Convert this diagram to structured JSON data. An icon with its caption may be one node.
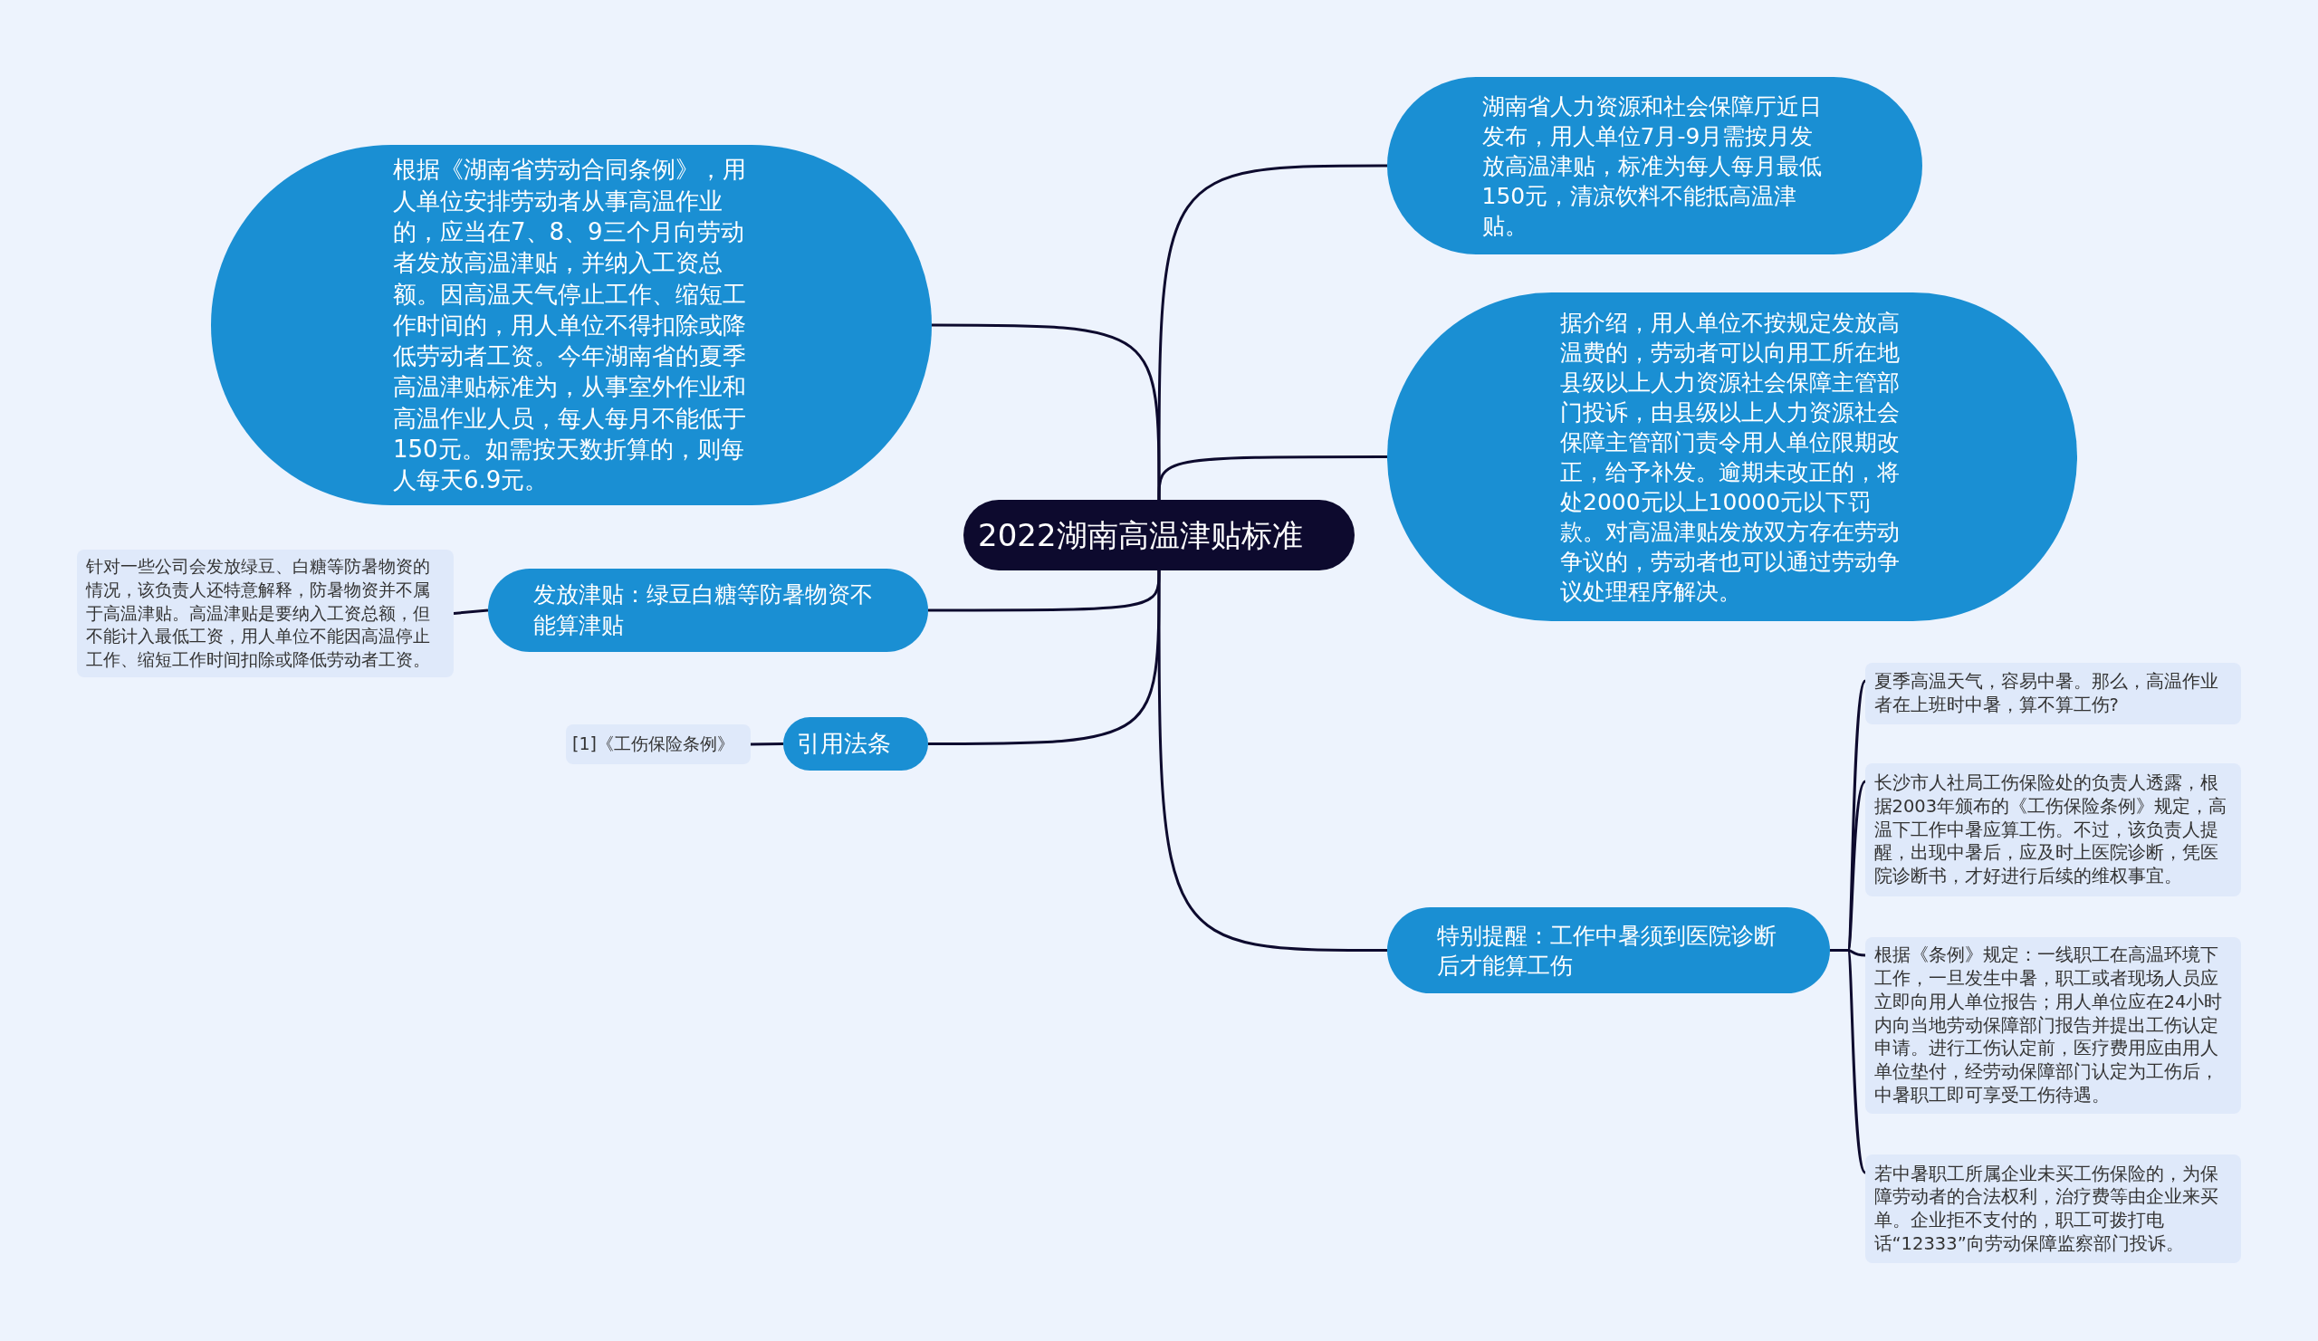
{
  "diagram": {
    "nodes": [
      {
        "text": [
          "2022湖南高温津贴标准"
        ]
      },
      {
        "text": [
          "根据《湖南省劳动合同条例》，用人单位安排劳动者从事高温作业的，应当在7、8、9三个月向劳动者发放高温津贴，并纳入工资总额。因高温天气停止工作、缩短工作时间的，用人单位不得扣除或降低劳动者工资。今年湖南省的夏季高温津贴标准为，从事室外作业和高温作业人员，每人每月不能低于150元。如需按天数折算的，则每人每天6.9元。"
        ]
      },
      {
        "text": [
          "湖南省人力资源和社会保障厅近日发布，用人单位7月-9月需按月发放高温津贴，标准为每人每月最低150元，清凉饮料不能抵高温津贴。"
        ]
      },
      {
        "text": [
          "据介绍，用人单位不按规定发放高温费的，劳动者可以向用工所在地县级以上人力资源社会保障主管部门投诉，由县级以上人力资源社会保障主管部门责令用人单位限期改正，给予补发。逾期未改正的，将处2000元以上10000元以下罚款。对高温津贴发放双方存在劳动争议的，劳动者也可以通过劳动争议处理程序解决。"
        ]
      },
      {
        "text": [
          "发放津贴：绿豆白糖等防暑物资不能算津贴"
        ]
      },
      {
        "text": [
          "针对一些公司会发放绿豆、白糖等防暑物资的情况，该负责人还特意解释，防暑物资并不属于高温津贴。高温津贴是要纳入工资总额，但不能计入最低工资，用人单位不能因高温停止工作、缩短工作时间扣除或降低劳动者工资。"
        ]
      },
      {
        "text": [
          "引用法条"
        ]
      },
      {
        "text": [
          "[1]《工伤保险条例》"
        ]
      },
      {
        "text": [
          "特别提醒：工作中暑须到医院诊断后才能算工伤"
        ]
      },
      {
        "text": [
          "夏季高温天气，容易中暑。那么，高温作业者在上班时中暑，算不算工伤?"
        ]
      },
      {
        "text": [
          "长沙市人社局工伤保险处的负责人透露，根据2003年颁布的《工伤保险条例》规定，高温下工作中暑应算工伤。不过，该负责人提醒，出现中暑后，应及时上医院诊断，凭医院诊断书，才好进行后续的维权事宜。"
        ]
      },
      {
        "text": [
          "根据《条例》规定：一线职工在高温环境下工作，一旦发生中暑，职工或者现场人员应立即向用人单位报告；用人单位应在24小时内向当地劳动保障部门报告并提出工伤认定申请。进行工伤认定前，医疗费用应由用人单位垫付，经劳动保障部门认定为工伤后，中暑职工即可享受工伤待遇。"
        ]
      },
      {
        "text": [
          "若中暑职工所属企业未买工伤保险的，为保障劳动者的合法权利，治疗费等由企业来买单。企业拒不支付的，职工可拨打电话“12333”向劳动保障监察部门投诉。"
        ]
      }
    ],
    "edges": [
      {
        "from": 0,
        "to": 1,
        "arrow": "none"
      },
      {
        "from": 0,
        "to": 2,
        "arrow": "none"
      },
      {
        "from": 0,
        "to": 3,
        "arrow": "none"
      },
      {
        "from": 0,
        "to": 4,
        "arrow": "none"
      },
      {
        "from": 0,
        "to": 6,
        "arrow": "none"
      },
      {
        "from": 0,
        "to": 8,
        "arrow": "none"
      },
      {
        "from": 4,
        "to": 5,
        "arrow": "none"
      },
      {
        "from": 6,
        "to": 7,
        "arrow": "none"
      },
      {
        "from": 8,
        "to": 9,
        "arrow": "none"
      },
      {
        "from": 8,
        "to": 10,
        "arrow": "none"
      },
      {
        "from": 8,
        "to": 11,
        "arrow": "none"
      },
      {
        "from": 8,
        "to": 12,
        "arrow": "none"
      }
    ]
  }
}
